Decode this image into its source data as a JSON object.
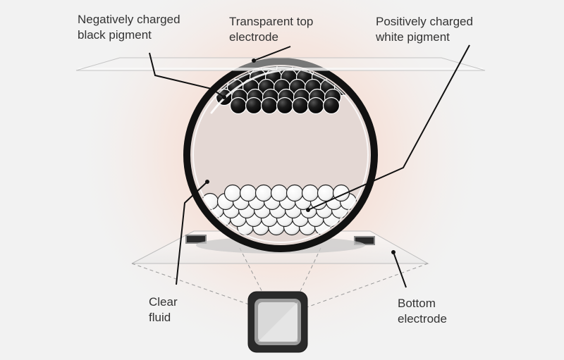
{
  "labels": {
    "negative_pigment": [
      "Negatively charged",
      "black pigment"
    ],
    "top_electrode": [
      "Transparent top",
      "electrode"
    ],
    "positive_pigment": [
      "Positively charged",
      "white pigment"
    ],
    "clear_fluid": [
      "Clear",
      "fluid"
    ],
    "bottom_electrode": [
      "Bottom",
      "electrode"
    ]
  },
  "colors": {
    "background": "#f2f2f2",
    "glow": "#f5c9b8",
    "capsule_shell": "#111111",
    "capsule_interior": "#e4d8d4",
    "black_pigment": "#1a1a1a",
    "white_pigment": "#ffffff",
    "leader_line": "#111111"
  }
}
